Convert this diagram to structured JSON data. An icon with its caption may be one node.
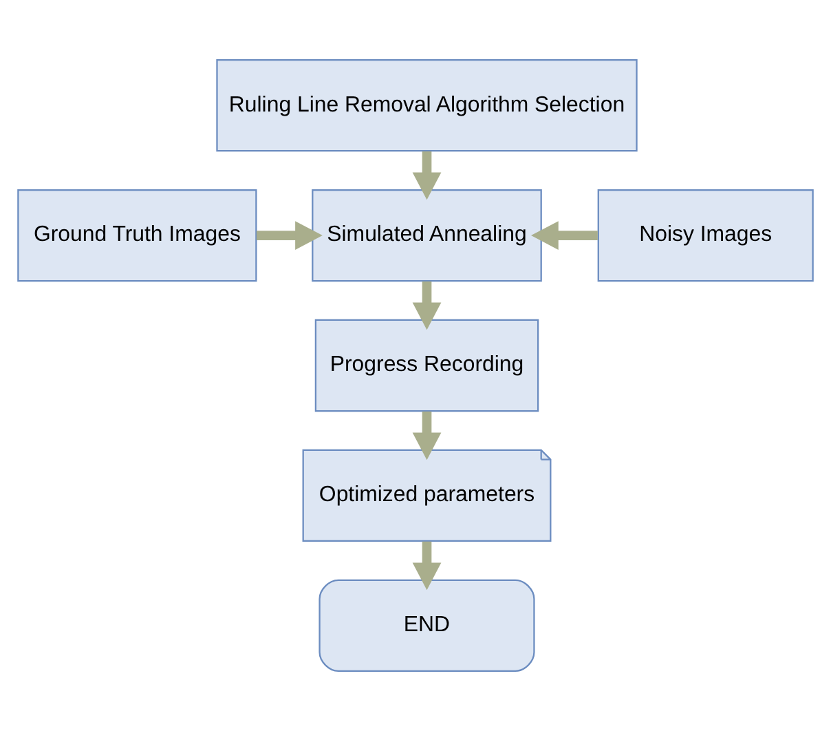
{
  "diagram": {
    "nodes": [
      {
        "text": [
          "Ruling Line Removal Algorithm Selection"
        ]
      },
      {
        "text": [
          "Ground Truth Images"
        ]
      },
      {
        "text": [
          "Simulated Annealing"
        ]
      },
      {
        "text": [
          "Noisy Images"
        ]
      },
      {
        "text": [
          "Progress Recording"
        ]
      },
      {
        "text": [
          "Optimized parameters"
        ]
      },
      {
        "text": [
          "END"
        ]
      }
    ],
    "edges": [
      {
        "from": 0,
        "to": 2,
        "arrow": "to"
      },
      {
        "from": 1,
        "to": 2,
        "arrow": "to"
      },
      {
        "from": 3,
        "to": 2,
        "arrow": "to"
      },
      {
        "from": 2,
        "to": 4,
        "arrow": "to"
      },
      {
        "from": 4,
        "to": 5,
        "arrow": "to"
      },
      {
        "from": 5,
        "to": 6,
        "arrow": "to"
      }
    ]
  }
}
